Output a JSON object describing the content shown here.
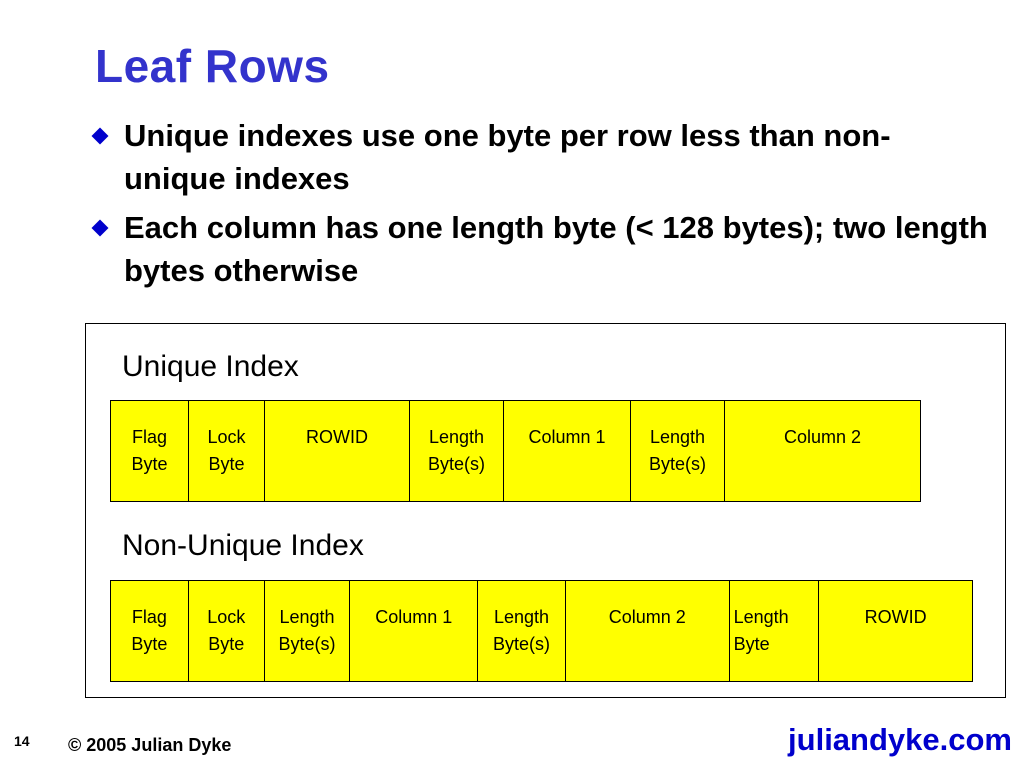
{
  "title": "Leaf Rows",
  "bullets": [
    "Unique indexes use one byte per row less than non-unique indexes",
    "Each column has one length byte (< 128 bytes); two length bytes otherwise"
  ],
  "unique": {
    "title": "Unique Index",
    "cells": [
      "Flag\nByte",
      "Lock\nByte",
      "ROWID",
      "Length\nByte(s)",
      "Column 1",
      "Length\nByte(s)",
      "Column 2"
    ]
  },
  "nonunique": {
    "title": "Non-Unique Index",
    "cells": [
      "Flag\nByte",
      "Lock\nByte",
      "Length\nByte(s)",
      "Column 1",
      "Length\nByte(s)",
      "Column 2",
      "Length\nByte",
      "ROWID"
    ]
  },
  "footer": {
    "page": "14",
    "copyright": "© 2005 Julian Dyke",
    "site": "juliandyke.com"
  },
  "colors": {
    "title": "#3333cc",
    "bullet": "#0000cc",
    "cell_fill": "#ffff00",
    "site": "#0000cc"
  }
}
